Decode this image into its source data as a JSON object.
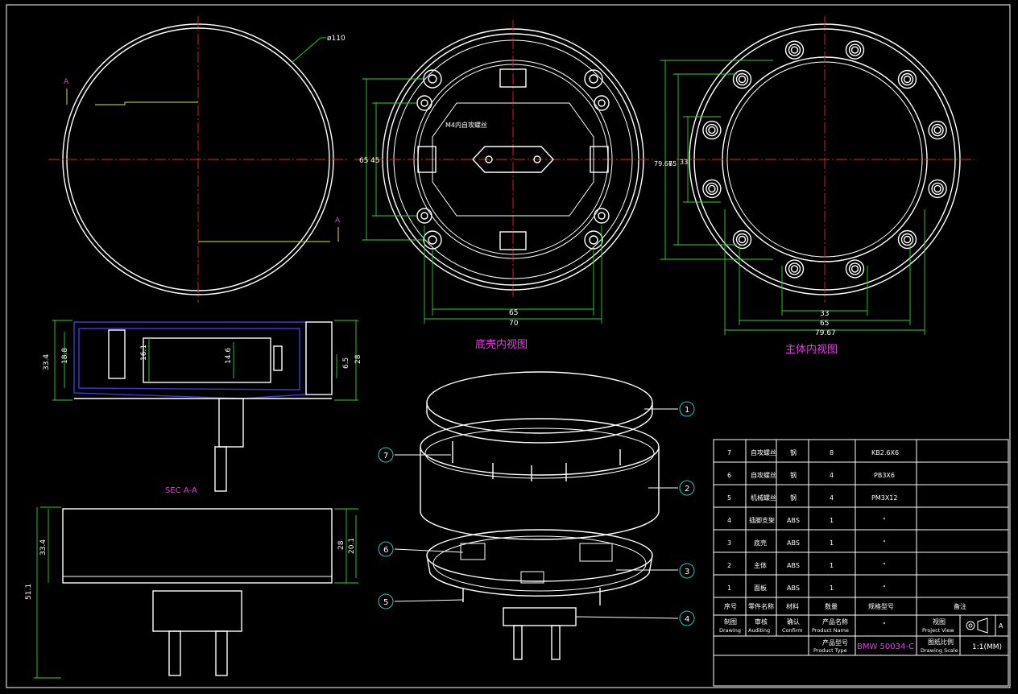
{
  "views": {
    "top_left": {
      "diameter_label": "ø110",
      "section_marker_top": "A",
      "section_marker_bottom": "A"
    },
    "bottom_shell": {
      "title": "底壳内视图",
      "dims_h": [
        "65",
        "70"
      ],
      "dims_v": [
        "65",
        "45"
      ],
      "note": "M4内自攻螺丝"
    },
    "main_body": {
      "title": "主体内视图",
      "dims_h": [
        "33",
        "65",
        "79.67"
      ],
      "dims_v": [
        "79.67",
        "65",
        "33"
      ]
    },
    "section": {
      "title": "SEC A-A",
      "dims_left": [
        "33.4",
        "18.8"
      ],
      "dims_inner": [
        "16.1",
        "14.6"
      ],
      "dims_right": [
        "6.5",
        "28"
      ]
    },
    "side": {
      "dims_left": [
        "51.1",
        "33.4"
      ],
      "dims_right": [
        "28",
        "20.1"
      ]
    }
  },
  "balloons": [
    "1",
    "2",
    "3",
    "4",
    "5",
    "6",
    "7"
  ],
  "bom": {
    "rows": [
      {
        "no": "7",
        "name": "自攻螺丝",
        "material": "钢",
        "qty": "8",
        "spec": "KB2.6X6"
      },
      {
        "no": "6",
        "name": "自攻螺丝",
        "material": "钢",
        "qty": "4",
        "spec": "PB3X6"
      },
      {
        "no": "5",
        "name": "机械螺丝",
        "material": "钢",
        "qty": "4",
        "spec": "PM3X12"
      },
      {
        "no": "4",
        "name": "插脚支架",
        "material": "ABS",
        "qty": "1",
        "spec": "\""
      },
      {
        "no": "3",
        "name": "底壳",
        "material": "ABS",
        "qty": "1",
        "spec": "\""
      },
      {
        "no": "2",
        "name": "主体",
        "material": "ABS",
        "qty": "1",
        "spec": "\""
      },
      {
        "no": "1",
        "name": "面板",
        "material": "ABS",
        "qty": "1",
        "spec": "\""
      }
    ],
    "header": {
      "no": "序号",
      "name": "零件名称",
      "material": "材料",
      "qty": "数量",
      "spec": "规格型号",
      "remark": "备注"
    },
    "footer": {
      "drawing_cn": "制图",
      "drawing_en": "Drawing",
      "audit_cn": "审核",
      "audit_en": "Auditing",
      "confirm_cn": "确认",
      "confirm_en": "Confirm",
      "product_name_cn": "产品名称",
      "product_name_en": "Product Name",
      "product_name_value": "\"",
      "project_view_cn": "视图",
      "project_view_en": "Project View",
      "view_letter": "A",
      "product_type_cn": "产品型号",
      "product_type_en": "Product Type",
      "product_type_value": "BMW 50034-C",
      "scale_cn": "图纸比例",
      "scale_en": "Drawing Scale",
      "scale_value": "1:1(MM)"
    }
  },
  "colors": {
    "background": "#000000",
    "outline": "#ffffff",
    "dimension": "#2bd62b",
    "centerline": "#e0281e",
    "title_text": "#e63ce6",
    "balloon": "#19c8c8",
    "product_type": "#e63ce6"
  }
}
